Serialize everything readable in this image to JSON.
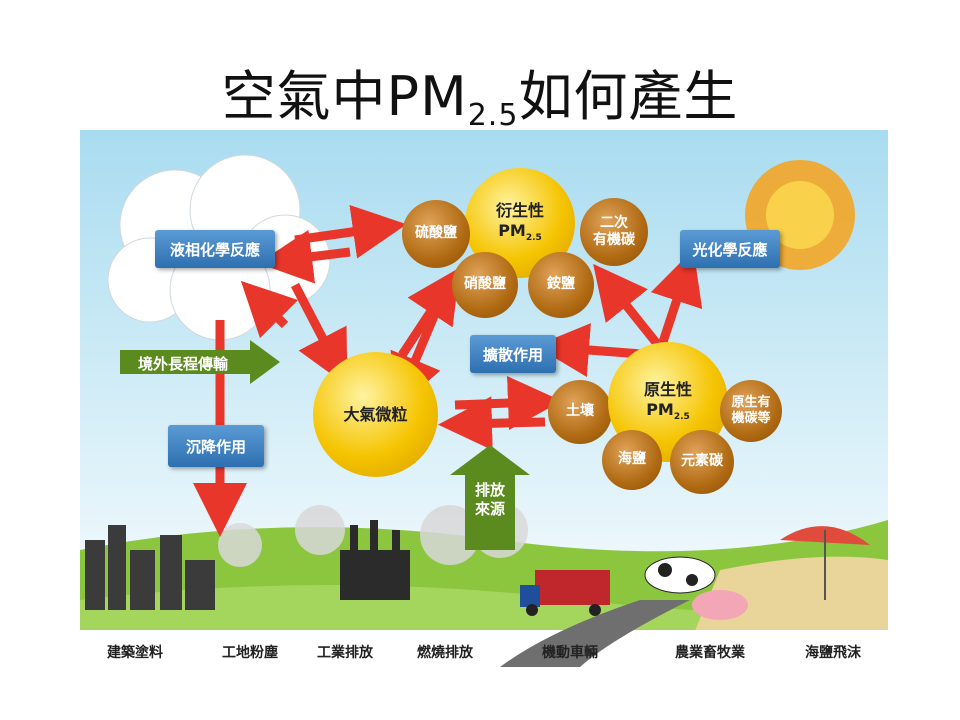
{
  "title": {
    "main": "空氣中PM",
    "sub": "2.5",
    "tail": "如何產生"
  },
  "boxes": {
    "liquid_reaction": "液相化學反應",
    "photo_reaction": "光化學反應",
    "long_range": "境外長程傳輸",
    "deposition": "沉降作用",
    "diffusion": "擴散作用",
    "emission_line1": "排放",
    "emission_line2": "來源"
  },
  "balls": {
    "secondary_line1": "衍生性",
    "secondary_line2": "PM",
    "secondary_sub": "2.5",
    "sulfate": "硫酸鹽",
    "nitrate": "硝酸鹽",
    "ammonium": "銨鹽",
    "soc_line1": "二次",
    "soc_line2": "有機碳",
    "atmos": "大氣微粒",
    "soil": "土壤",
    "primary_line1": "原生性",
    "primary_line2": "PM",
    "primary_sub": "2.5",
    "poc_line1": "原生有",
    "poc_line2": "機碳等",
    "sea_salt": "海鹽",
    "ec": "元素碳"
  },
  "sources": [
    "建築塗料",
    "工地粉塵",
    "工業排放",
    "燃燒排放",
    "機動車輛",
    "農業畜牧業",
    "海鹽飛沫"
  ],
  "colors": {
    "arrow": "#e8362a",
    "blue_box": "#2e6fb0",
    "green_arrow": "#5b8a1e",
    "big_ball": "#f5c400",
    "small_ball": "#b06a12"
  }
}
